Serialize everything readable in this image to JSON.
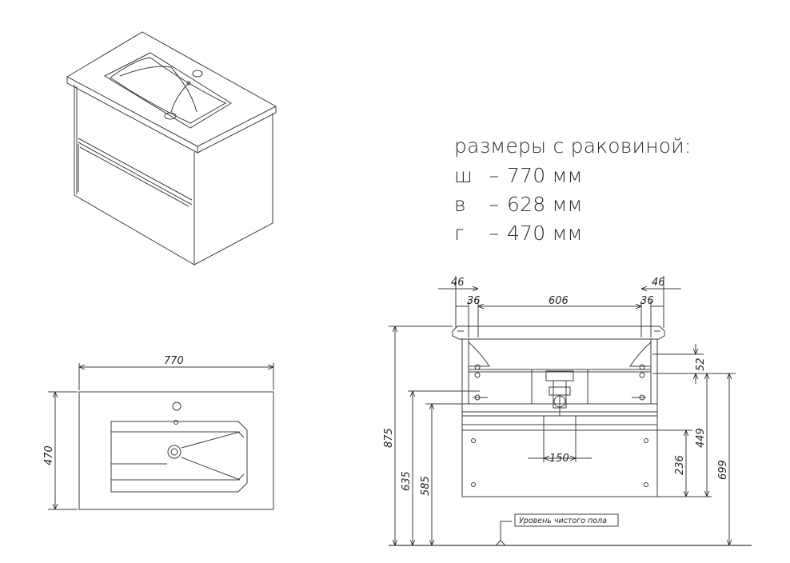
{
  "spec": {
    "title": "размеры с раковиной:",
    "rows": [
      {
        "key": "ш",
        "dash": "–",
        "value": "770 мм"
      },
      {
        "key": "в",
        "dash": "–",
        "value": "628 мм"
      },
      {
        "key": "г",
        "dash": "–",
        "value": "470 мм"
      }
    ]
  },
  "top_view": {
    "width": "770",
    "depth": "470"
  },
  "front_view": {
    "top_left_outer": "46",
    "top_left_inner": "36",
    "top_center": "606",
    "top_right_inner": "36",
    "top_right_outer": "46",
    "drain_spacing": "150",
    "right_52": "52",
    "right_449": "449",
    "right_236": "236",
    "right_699": "699",
    "left_875": "875",
    "left_635": "635",
    "left_585": "585",
    "floor_label": "Уровень чистого пола"
  }
}
